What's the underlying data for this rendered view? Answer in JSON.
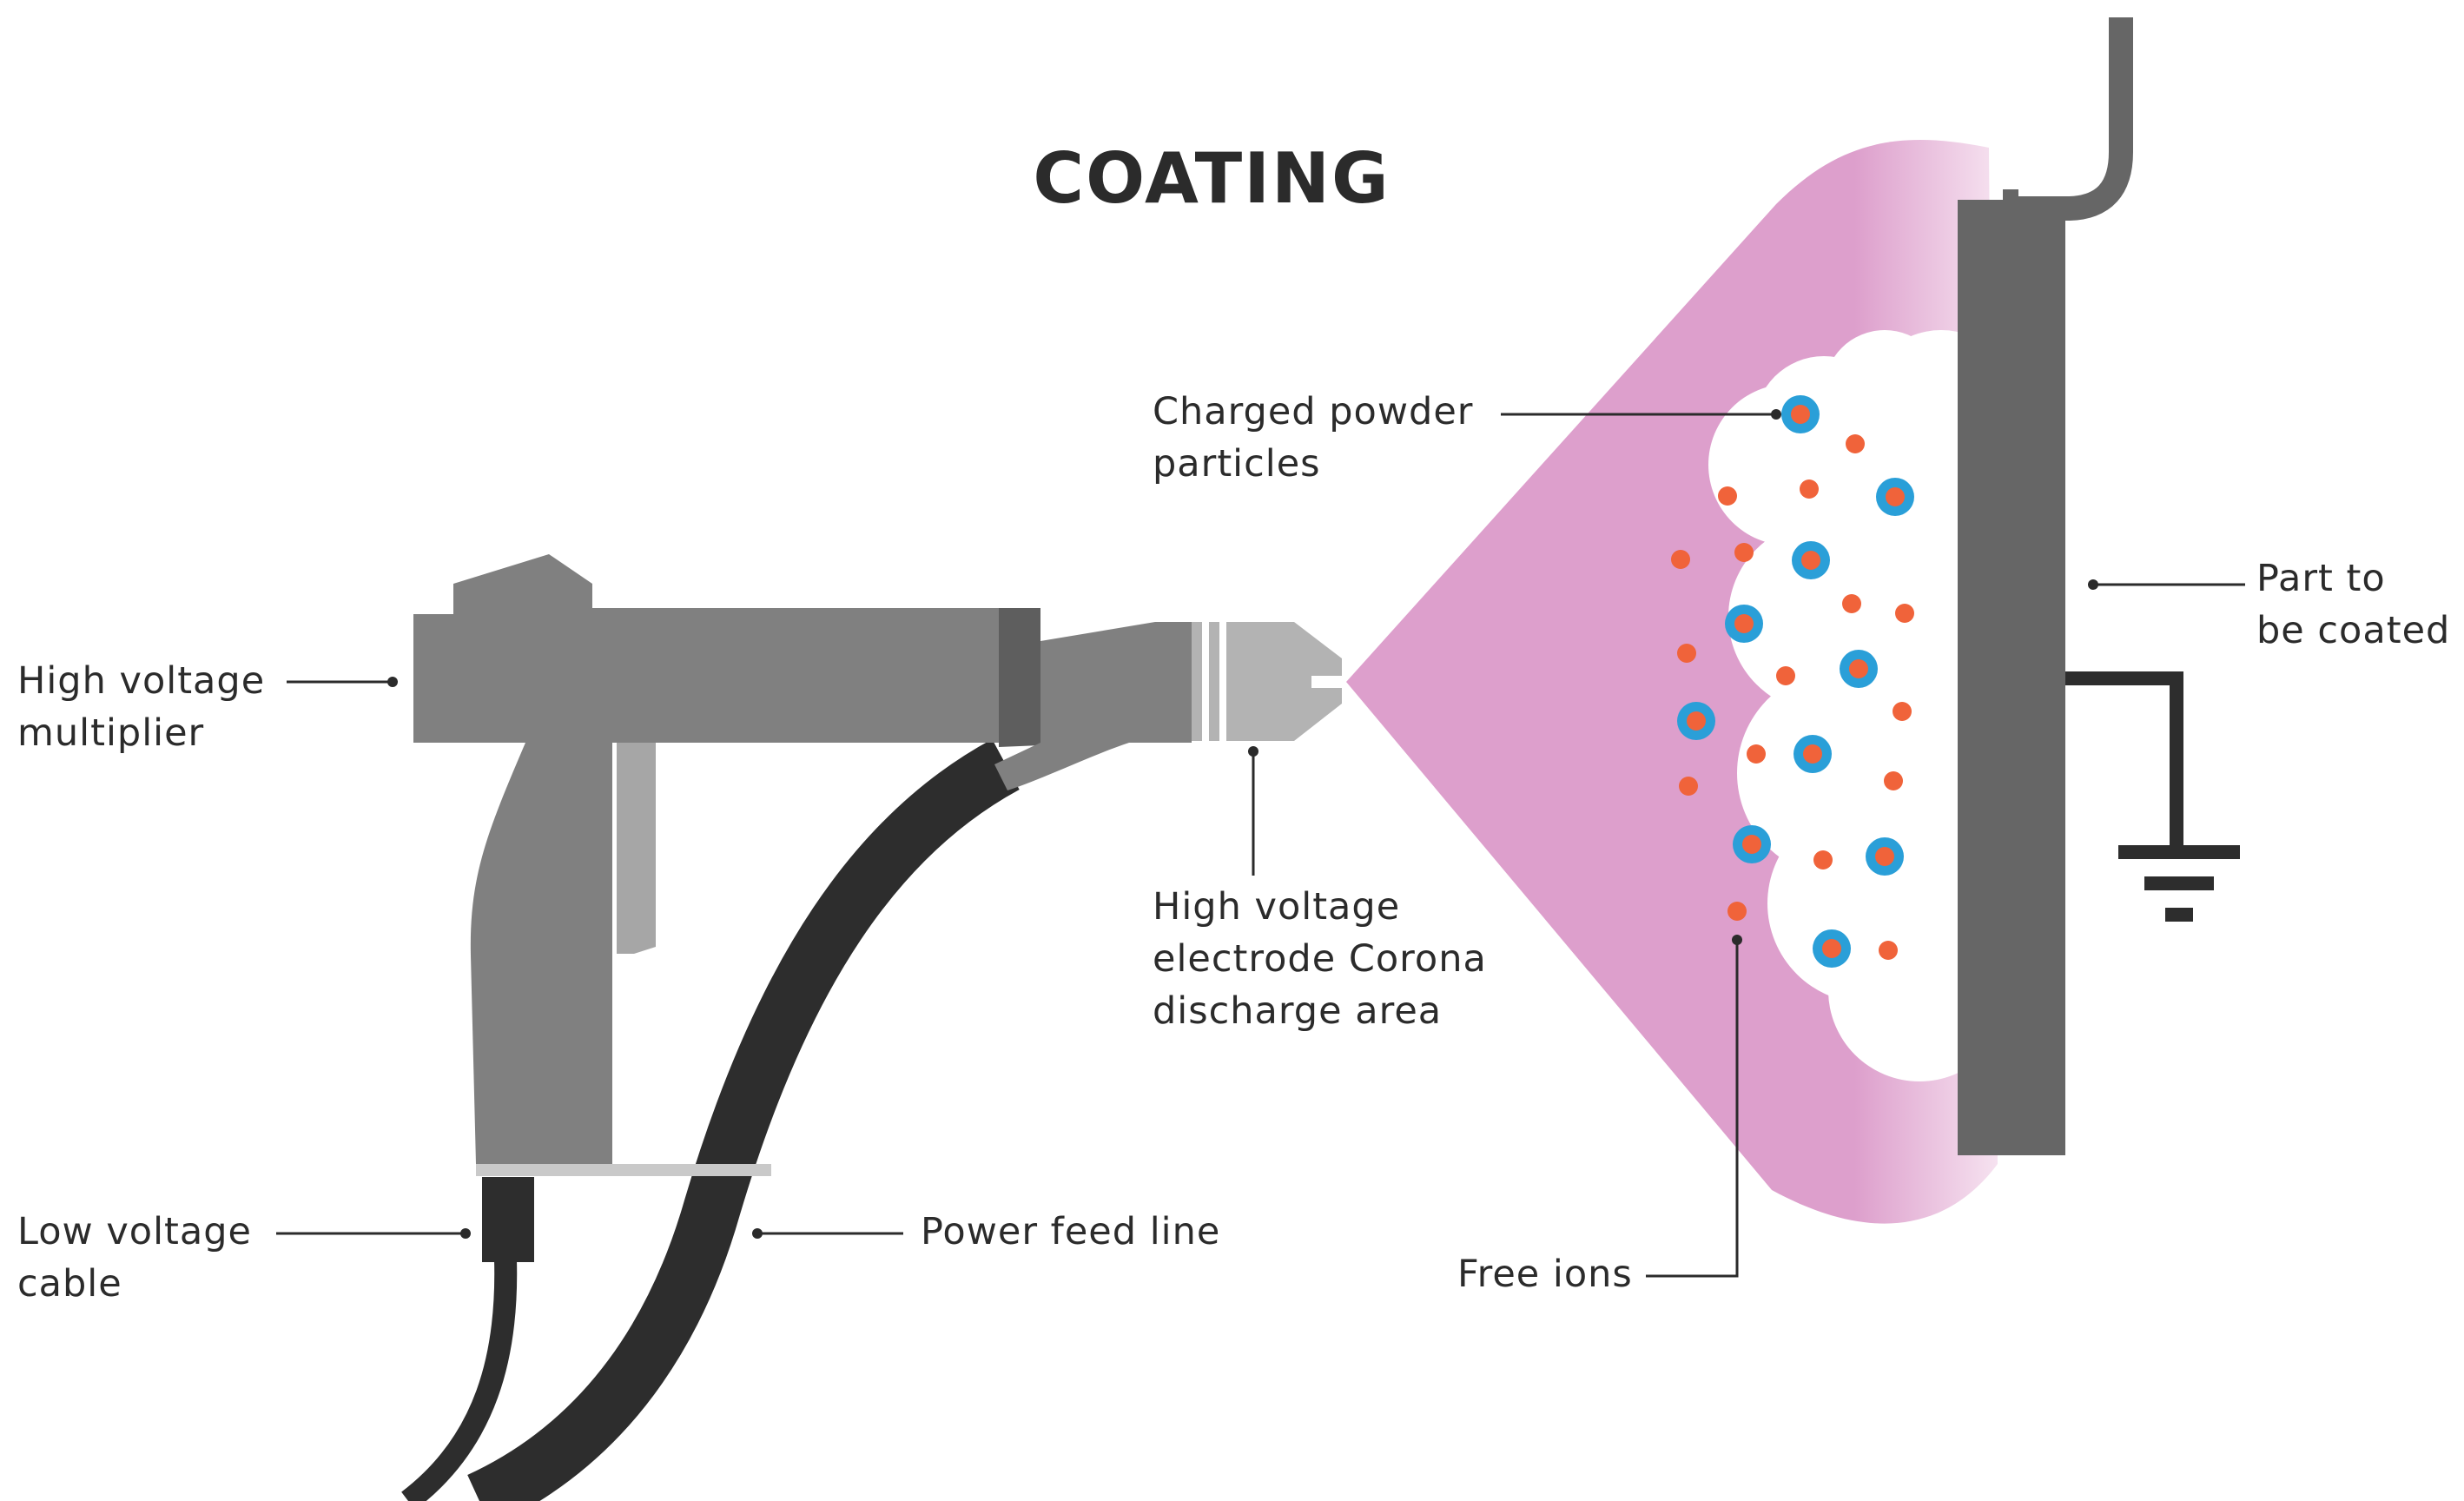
{
  "title": "COATING",
  "labels": {
    "high_voltage_multiplier": [
      "High voltage",
      "multiplier"
    ],
    "low_voltage_cable": [
      "Low voltage",
      "cable"
    ],
    "power_feed_line": [
      "Power feed line"
    ],
    "electrode": [
      "High voltage",
      "electrode Corona",
      "discharge area"
    ],
    "charged_powder": [
      "Charged powder",
      "particles"
    ],
    "free_ions": [
      "Free ions"
    ],
    "part_to_be_coated": [
      "Part to",
      "be coated"
    ]
  },
  "colors": {
    "spray_cone": "#dd9fcc",
    "gun_body": "#808080",
    "gun_dark": "#5e5e5e",
    "nozzle": "#b3b3b3",
    "cable": "#2d2d2d",
    "part": "#666666",
    "ion": "#f0633a",
    "powder_ring": "#2a9fd8",
    "text": "#2b2b2b"
  },
  "icons": {
    "ground": "ground-symbol-icon"
  }
}
